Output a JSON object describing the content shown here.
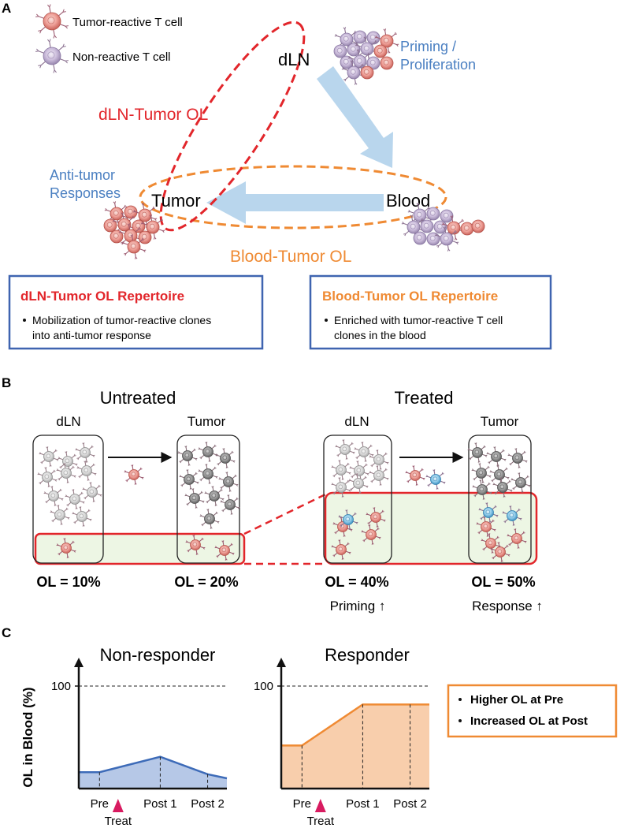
{
  "panel_a": {
    "letter": "A",
    "legend": {
      "reactive_label": "Tumor-reactive T cell",
      "nonreactive_label": "Non-reactive T cell"
    },
    "nodes": {
      "dln": "dLN",
      "tumor": "Tumor",
      "blood": "Blood"
    },
    "priming_line1": "Priming /",
    "priming_line2": "Proliferation",
    "antitumor_line1": "Anti-tumor",
    "antitumor_line2": "Responses",
    "dln_tumor_ol": "dLN-Tumor OL",
    "blood_tumor_ol": "Blood-Tumor OL",
    "box_left": {
      "title": "dLN-Tumor OL Repertoire",
      "bullet_line1": "Mobilization of tumor-reactive clones",
      "bullet_line2": "into anti-tumor response"
    },
    "box_right": {
      "title": "Blood-Tumor OL Repertoire",
      "bullet_line1": "Enriched with tumor-reactive T cell",
      "bullet_line2": "clones in the blood"
    }
  },
  "panel_b": {
    "letter": "B",
    "untreated": {
      "title": "Untreated",
      "dln": "dLN",
      "tumor": "Tumor",
      "ol_dln": "OL = 10%",
      "ol_tumor": "OL = 20%"
    },
    "treated": {
      "title": "Treated",
      "dln": "dLN",
      "tumor": "Tumor",
      "ol_dln": "OL = 40%",
      "ol_tumor": "OL = 50%",
      "note_dln": "Priming ↑",
      "note_tumor": "Response ↑"
    }
  },
  "panel_c": {
    "letter": "C",
    "y_label": "OL in Blood (%)",
    "y_tick": "100",
    "x_ticks": [
      "Pre",
      "Post 1",
      "Post 2"
    ],
    "treat_label": "Treat",
    "nonresponder_title": "Non-responder",
    "responder_title": "Responder",
    "callout_line1": "Higher OL at Pre",
    "callout_line2": "Increased OL at Post"
  },
  "colors": {
    "red": "#e2262b",
    "orange": "#ef8a33",
    "blue_text": "#4a7fc1",
    "box_border": "#3f64b0",
    "nonresp_fill": "#a9bee3",
    "nonresp_line": "#3d6bb8",
    "resp_fill": "#f7c9a3",
    "resp_line": "#ef8a33",
    "treat_marker": "#d81b60"
  }
}
